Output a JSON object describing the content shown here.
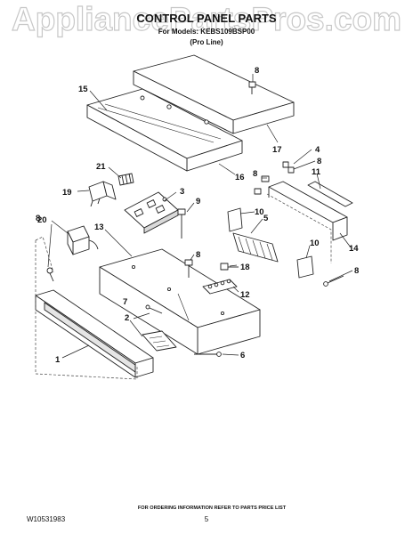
{
  "watermark": "AppliancePartsPros.com",
  "title": "CONTROL PANEL PARTS",
  "model_line": "For Models: KEBS109BSP00",
  "variant": "(Pro Line)",
  "footer": {
    "doc_number": "W10531983",
    "page_number": "5",
    "ordering_note": "FOR ORDERING INFORMATION REFER TO PARTS PRICE LIST"
  },
  "callouts": [
    "1",
    "2",
    "3",
    "4",
    "5",
    "6",
    "7",
    "8",
    "9",
    "10",
    "11",
    "12",
    "13",
    "14",
    "15",
    "16",
    "17",
    "18",
    "19",
    "20",
    "21"
  ],
  "colors": {
    "line": "#222222",
    "fill": "#ffffff",
    "shade": "#d9d9d9",
    "watermark": "#cfcfcf"
  }
}
